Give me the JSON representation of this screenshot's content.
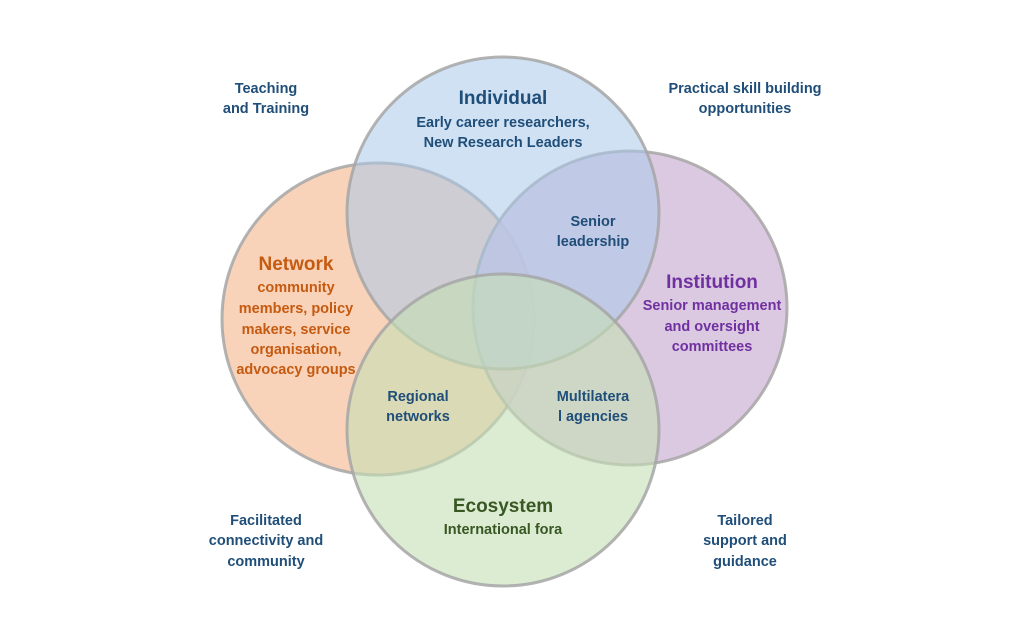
{
  "colors": {
    "individual": "#bdd7ee",
    "network": "#f8cbad",
    "institution": "#d5bfdc",
    "ecosystem": "#c5e0b4",
    "outline": "#a6a6a6",
    "dark_blue": "#1f4e79",
    "orange": "#c55a11",
    "purple": "#7030a0",
    "green": "#385723"
  },
  "circles": {
    "individual": {
      "title": "Individual",
      "lines": [
        "Early career researchers,",
        "New Research Leaders"
      ]
    },
    "network": {
      "title": "Network",
      "lines": [
        "community",
        "members, policy",
        "makers, service",
        "organisation,",
        "advocacy groups"
      ]
    },
    "institution": {
      "title": "Institution",
      "lines": [
        "Senior management",
        "and oversight",
        "committees"
      ]
    },
    "ecosystem": {
      "title": "Ecosystem",
      "lines": [
        "International fora"
      ]
    }
  },
  "overlaps": {
    "individual_institution": [
      "Senior",
      "leadership"
    ],
    "network_ecosystem": [
      "Regional",
      "networks"
    ],
    "institution_ecosystem": [
      "Multilatera",
      "l agencies"
    ]
  },
  "corners": {
    "top_left": [
      "Teaching",
      "and Training"
    ],
    "top_right": [
      "Practical skill building",
      "opportunities"
    ],
    "bottom_left": [
      "Facilitated",
      "connectivity and",
      "community"
    ],
    "bottom_right": [
      "Tailored",
      "support and",
      "guidance"
    ]
  }
}
